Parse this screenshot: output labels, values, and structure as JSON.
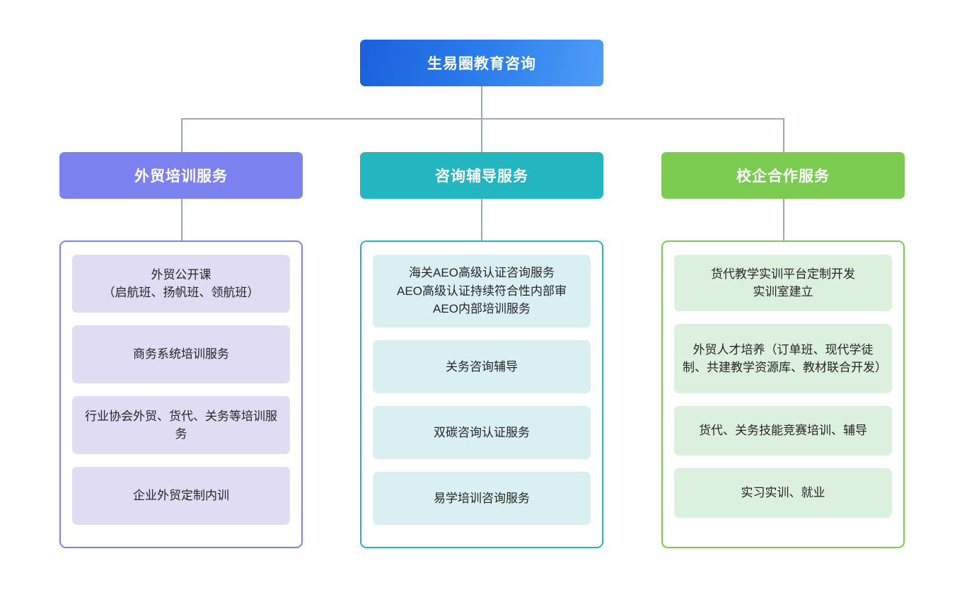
{
  "diagram": {
    "type": "organization-tree",
    "root": {
      "label": "生易圈教育咨询",
      "color": "#2a7bec"
    },
    "branches": [
      {
        "header": "外贸培训服务",
        "color": "#7b82f0",
        "card_color": "#dfdcf4",
        "items": [
          "外贸公开课\n（启航班、扬帆班、领航班）",
          "商务系统培训服务",
          "行业协会外贸、货代、关务等培训服务",
          "企业外贸定制内训"
        ]
      },
      {
        "header": "咨询辅导服务",
        "color": "#23b5c0",
        "card_color": "#daeff2",
        "items": [
          "海关AEO高级认证咨询服务\nAEO高级认证持续符合性内部审\nAEO内部培训服务",
          "关务咨询辅导",
          "双碳咨询认证服务",
          "易学培训咨询服务"
        ]
      },
      {
        "header": "校企合作服务",
        "color": "#7ccb51",
        "card_color": "#dcf0de",
        "items": [
          "货代教学实训平台定制开发\n实训室建立",
          "外贸人才培养（订单班、现代学徒制、共建教学资源库、教材联合开发）",
          "货代、关务技能竞赛培训、辅导",
          "实习实训、就业"
        ]
      }
    ],
    "connector_color": "#9aa7b4"
  }
}
